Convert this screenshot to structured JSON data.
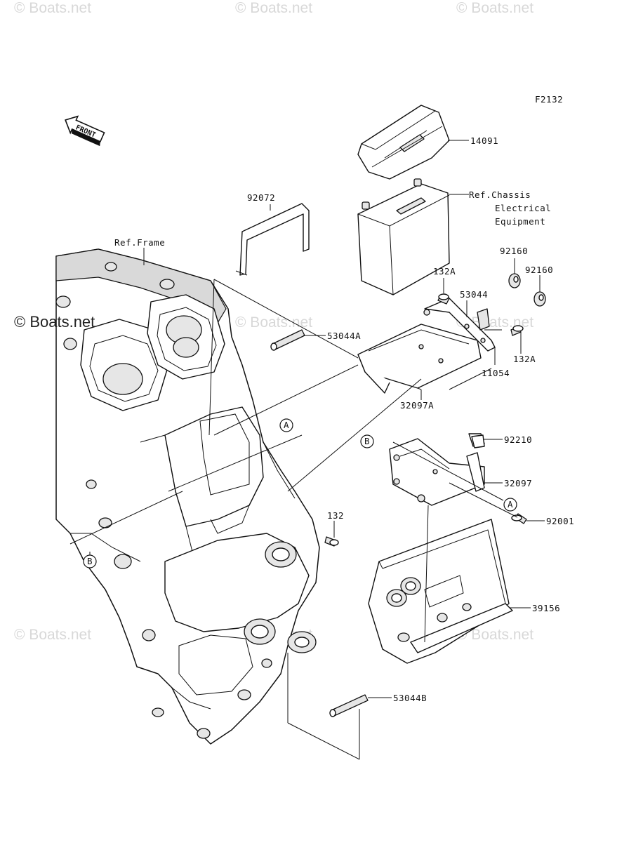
{
  "watermarks": {
    "text": "© Boats.net",
    "prominent": "© Boats.net"
  },
  "diagram_code": "F2132",
  "front_arrow": "FRONT",
  "references": {
    "frame": "Ref.Frame",
    "chassis_line1": "Ref.Chassis",
    "chassis_line2": "Electrical",
    "chassis_line3": "Equipment"
  },
  "callouts": {
    "a_upper": "A",
    "b_lower": "B",
    "b_right": "B",
    "a_right": "A"
  },
  "parts": {
    "p14091": "14091",
    "p92072": "92072",
    "p92160a": "92160",
    "p92160b": "92160",
    "p132a_top": "132A",
    "p53044": "53044",
    "p53044a": "53044A",
    "p132a_right": "132A",
    "p11054": "11054",
    "p32097a": "32097A",
    "p92210": "92210",
    "p32097": "32097",
    "p92001": "92001",
    "p132": "132",
    "p39156": "39156",
    "p53044b": "53044B"
  }
}
